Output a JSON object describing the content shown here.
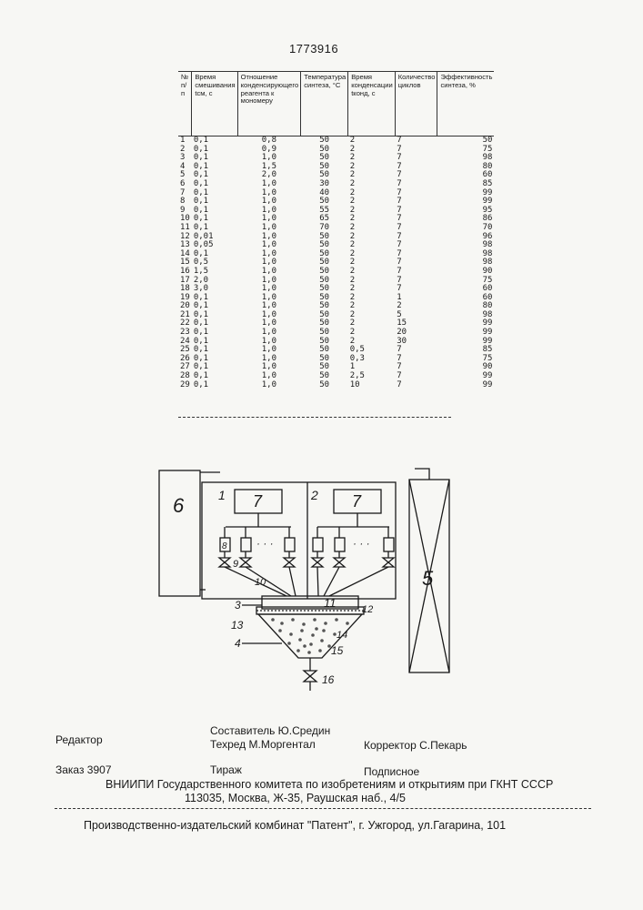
{
  "patent_number": "1773916",
  "table": {
    "headers": [
      "№ п/п",
      "Время смешивания tсм, с",
      "Отношение конденсирующего реагента к мономеру",
      "Температура синтеза, °С",
      "Время конденсации tконд, с",
      "Количество циклов",
      "Эффективность синтеза, %"
    ],
    "rows": [
      [
        "1",
        "0,1",
        "0,8",
        "50",
        "2",
        "7",
        "50"
      ],
      [
        "2",
        "0,1",
        "0,9",
        "50",
        "2",
        "7",
        "75"
      ],
      [
        "3",
        "0,1",
        "1,0",
        "50",
        "2",
        "7",
        "98"
      ],
      [
        "4",
        "0,1",
        "1,5",
        "50",
        "2",
        "7",
        "80"
      ],
      [
        "5",
        "0,1",
        "2,0",
        "50",
        "2",
        "7",
        "60"
      ],
      [
        "6",
        "0,1",
        "1,0",
        "30",
        "2",
        "7",
        "85"
      ],
      [
        "7",
        "0,1",
        "1,0",
        "40",
        "2",
        "7",
        "99"
      ],
      [
        "8",
        "0,1",
        "1,0",
        "50",
        "2",
        "7",
        "99"
      ],
      [
        "9",
        "0,1",
        "1,0",
        "55",
        "2",
        "7",
        "95"
      ],
      [
        "10",
        "0,1",
        "1,0",
        "65",
        "2",
        "7",
        "86"
      ],
      [
        "11",
        "0,1",
        "1,0",
        "70",
        "2",
        "7",
        "70"
      ],
      [
        "12",
        "0,01",
        "1,0",
        "50",
        "2",
        "7",
        "96"
      ],
      [
        "13",
        "0,05",
        "1,0",
        "50",
        "2",
        "7",
        "98"
      ],
      [
        "14",
        "0,1",
        "1,0",
        "50",
        "2",
        "7",
        "98"
      ],
      [
        "15",
        "0,5",
        "1,0",
        "50",
        "2",
        "7",
        "98"
      ],
      [
        "16",
        "1,5",
        "1,0",
        "50",
        "2",
        "7",
        "90"
      ],
      [
        "17",
        "2,0",
        "1,0",
        "50",
        "2",
        "7",
        "75"
      ],
      [
        "18",
        "3,0",
        "1,0",
        "50",
        "2",
        "7",
        "60"
      ],
      [
        "19",
        "0,1",
        "1,0",
        "50",
        "2",
        "1",
        "60"
      ],
      [
        "20",
        "0,1",
        "1,0",
        "50",
        "2",
        "2",
        "80"
      ],
      [
        "21",
        "0,1",
        "1,0",
        "50",
        "2",
        "5",
        "98"
      ],
      [
        "22",
        "0,1",
        "1,0",
        "50",
        "2",
        "15",
        "99"
      ],
      [
        "23",
        "0,1",
        "1,0",
        "50",
        "2",
        "20",
        "99"
      ],
      [
        "24",
        "0,1",
        "1,0",
        "50",
        "2",
        "30",
        "99"
      ],
      [
        "25",
        "0,1",
        "1,0",
        "50",
        "0,5",
        "7",
        "85"
      ],
      [
        "26",
        "0,1",
        "1,0",
        "50",
        "0,3",
        "7",
        "75"
      ],
      [
        "27",
        "0,1",
        "1,0",
        "50",
        "1",
        "7",
        "90"
      ],
      [
        "28",
        "0,1",
        "1,0",
        "50",
        "2,5",
        "7",
        "99"
      ],
      [
        "29",
        "0,1",
        "1,0",
        "50",
        "10",
        "7",
        "99"
      ]
    ]
  },
  "diagram": {
    "labels": {
      "l1": "1",
      "l2": "2",
      "l3": "3",
      "l4": "4",
      "l5": "5",
      "l6": "6",
      "l7a": "7",
      "l7b": "7",
      "l8": "8",
      "l9": "9",
      "l10": "10",
      "l11": "11",
      "l12": "12",
      "l13": "13",
      "l14": "14",
      "l15": "15",
      "l16": "16",
      "dots": "· · ·"
    }
  },
  "colophon": {
    "editor": "Редактор",
    "composer": "Составитель Ю.Средин",
    "techred": "Техред М.Моргентал",
    "corrector": "Корректор С.Пекарь",
    "order": "Заказ 3907",
    "circulation": "Тираж",
    "subscription": "Подписное",
    "institute": "ВНИИПИ Государственного комитета по изобретениям и открытиям при ГКНТ СССР",
    "address": "113035, Москва, Ж-35, Раушская наб., 4/5",
    "plant": "Производственно-издательский комбинат \"Патент\", г. Ужгород, ул.Гагарина, 101"
  }
}
